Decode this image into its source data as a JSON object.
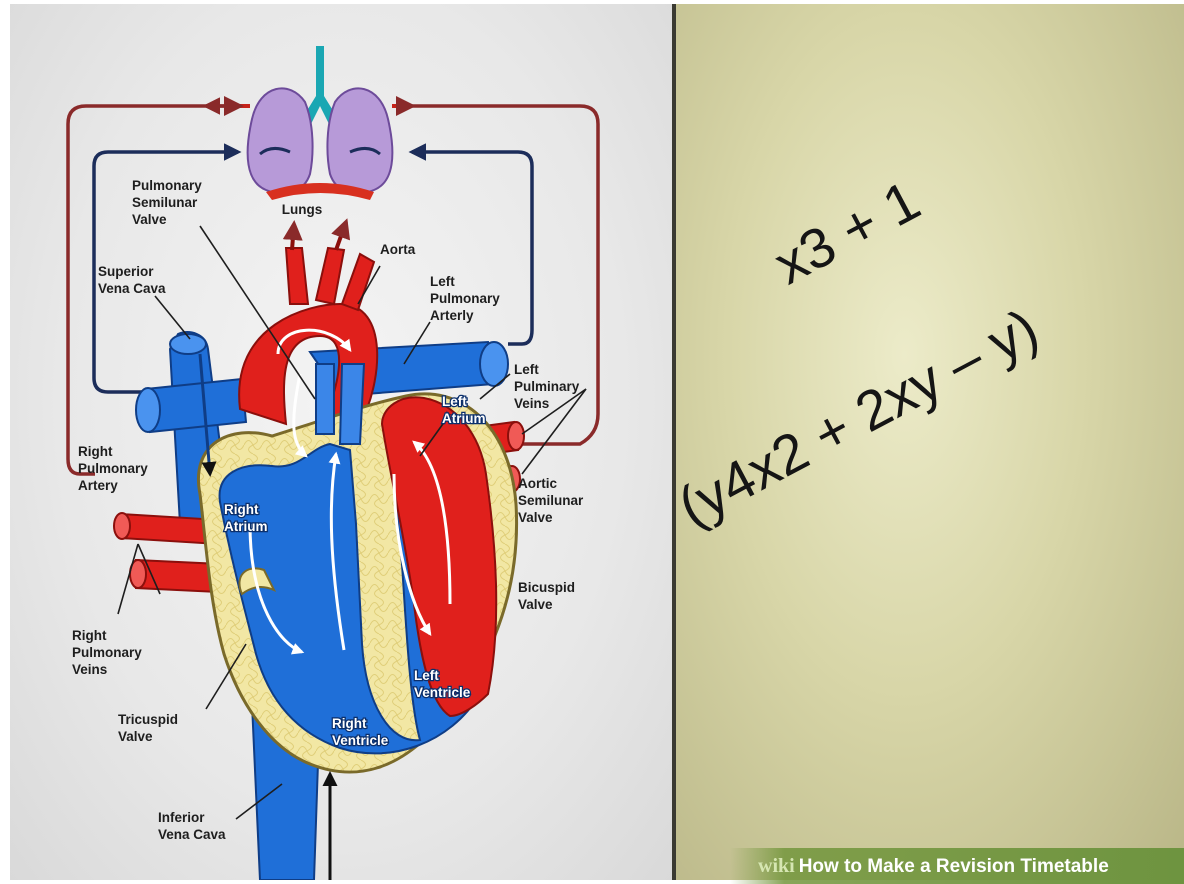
{
  "diagram": {
    "labels": {
      "lungs": "Lungs",
      "pulmonary_semilunar_valve": [
        "Pulmonary",
        "Semilunar",
        "Valve"
      ],
      "aorta": "Aorta",
      "superior_vena_cava": [
        "Superior",
        "Vena Cava"
      ],
      "left_pulmonary_artery": [
        "Left",
        "Pulmonary",
        "Arterly"
      ],
      "left_pulminary_veins": [
        "Left",
        "Pulminary",
        "Veins"
      ],
      "left_atrium": [
        "Left",
        "Atrium"
      ],
      "right_pulmonary_artery": [
        "Right",
        "Pulmonary",
        "Artery"
      ],
      "right_atrium": [
        "Right",
        "Atrium"
      ],
      "aortic_semilunar_valve": [
        "Aortic",
        "Semilunar",
        "Valve"
      ],
      "bicuspid_valve": [
        "Bicuspid",
        "Valve"
      ],
      "right_pulmonary_veins": [
        "Right",
        "Pulmonary",
        "Veins"
      ],
      "left_ventricle": [
        "Left",
        "Ventricle"
      ],
      "tricuspid_valve": [
        "Tricuspid",
        "Valve"
      ],
      "right_ventricle": [
        "Right",
        "Ventricle"
      ],
      "inferior_vena_cava": [
        "Inferior",
        "Vena Cava"
      ]
    },
    "colors": {
      "oxygenated": "#e0201c",
      "deoxygenated": "#1f6fd8",
      "circuit_red": "#8a2a2a",
      "circuit_blue": "#1c2d5a",
      "lungs": "#b79ad8",
      "heart_wall": "#f2e7a4"
    }
  },
  "expressions": {
    "line1": "x3 + 1",
    "line2": "(y4x2 + 2xy – y)"
  },
  "footer": {
    "brand": "wiki",
    "title": "How to Make a Revision Timetable"
  }
}
